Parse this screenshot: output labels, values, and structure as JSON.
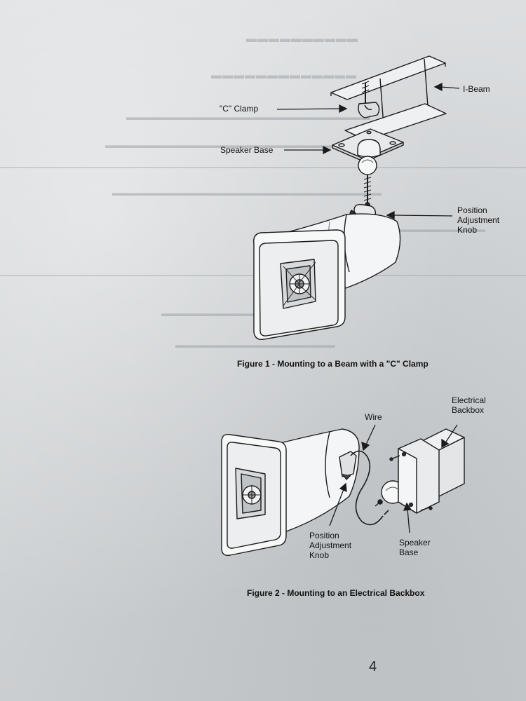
{
  "page_number": "4",
  "figure1": {
    "caption": "Figure 1 - Mounting to a Beam with a \"C\" Clamp",
    "labels": {
      "ibeam": "I-Beam",
      "cclamp": "\"C\" Clamp",
      "speaker_base": "Speaker Base",
      "position_knob": [
        "Position",
        "Adjustment",
        "Knob"
      ]
    }
  },
  "figure2": {
    "caption": "Figure 2 - Mounting to an Electrical Backbox",
    "labels": {
      "wire": "Wire",
      "backbox": [
        "Electrical",
        "Backbox"
      ],
      "position_knob": [
        "Position",
        "Adjustment",
        "Knob"
      ],
      "speaker_base": [
        "Speaker",
        "Base"
      ]
    }
  }
}
